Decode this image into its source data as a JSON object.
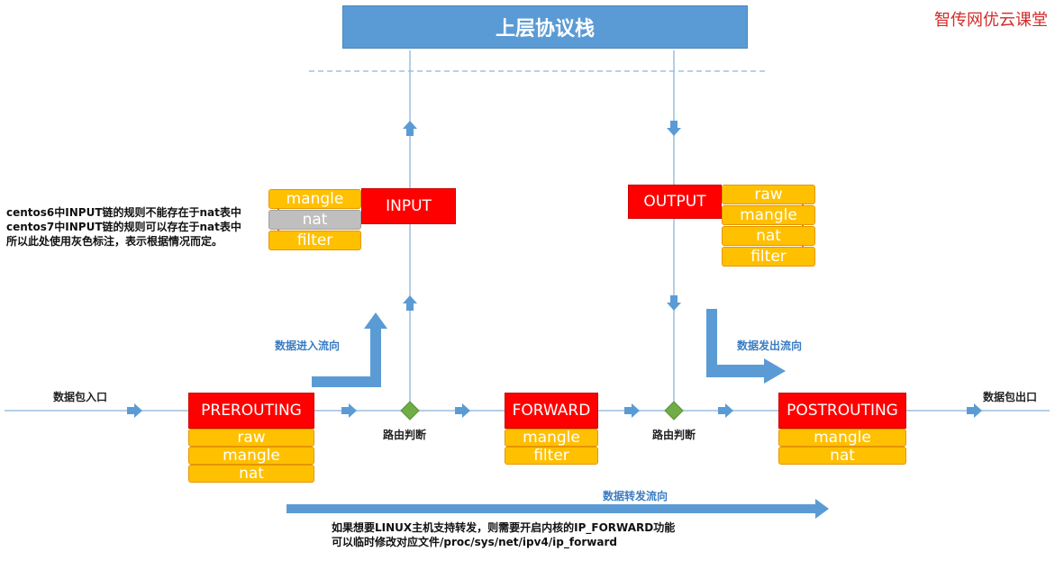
{
  "top_label": "上层协议栈",
  "brand": "智传网优云课堂",
  "chains": {
    "input": "INPUT",
    "output": "OUTPUT",
    "prerouting": "PREROUTING",
    "forward": "FORWARD",
    "postrouting": "POSTROUTING"
  },
  "tables": {
    "input": [
      "mangle",
      "nat",
      "filter"
    ],
    "output": [
      "raw",
      "mangle",
      "nat",
      "filter"
    ],
    "prerouting": [
      "raw",
      "mangle",
      "nat"
    ],
    "forward": [
      "mangle",
      "filter"
    ],
    "postrouting": [
      "mangle",
      "nat"
    ]
  },
  "labels": {
    "packet_in": "数据包入口",
    "packet_out": "数据包出口",
    "route_decision_1": "路由判断",
    "route_decision_2": "路由判断",
    "inbound_flow": "数据进入流向",
    "outbound_flow": "数据发出流向",
    "forward_flow": "数据转发流向"
  },
  "notes": {
    "input_nat": [
      "centos6中INPUT链的规则不能存在于nat表中",
      "centos7中INPUT链的规则可以存在于nat表中",
      "所以此处使用灰色标注，表示根据情况而定。"
    ],
    "ip_forward": [
      "如果想要LINUX主机支持转发，则需要开启内核的IP_FORWARD功能",
      "可以临时修改对应文件/proc/sys/net/ipv4/ip_forward"
    ]
  },
  "colors": {
    "chain": "#ff0000",
    "table": "#ffc000",
    "table_gray": "#bfbfbf",
    "header": "#5b9bd5",
    "line": "#7fa6d0",
    "arrow": "#5b9bd5",
    "diamond": "#70ad47"
  }
}
